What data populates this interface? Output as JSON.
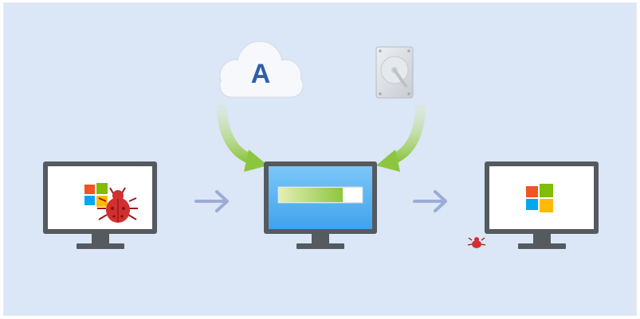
{
  "cloud": {
    "icon": "acronis-cloud-icon",
    "letter": "A"
  },
  "drive": {
    "icon": "hard-drive-icon"
  },
  "computers": [
    {
      "icon": "infected-monitor-icon",
      "state": "infected"
    },
    {
      "icon": "restoring-monitor-icon",
      "state": "restoring"
    },
    {
      "icon": "clean-monitor-icon",
      "state": "clean"
    }
  ],
  "progress": {
    "fraction": 0.77
  },
  "colors": {
    "background": "#dbe6f6",
    "monitor": "#555a5f",
    "arrow_gray": "#9cacd6",
    "arrow_green_light": "#dce9a8",
    "arrow_green": "#8cc63f",
    "bug": "#d32f2f",
    "win_red": "#f35325",
    "win_green": "#81bc06",
    "win_blue": "#05a6f0",
    "win_yellow": "#ffba08",
    "screen_blue": "#58b3f2"
  }
}
